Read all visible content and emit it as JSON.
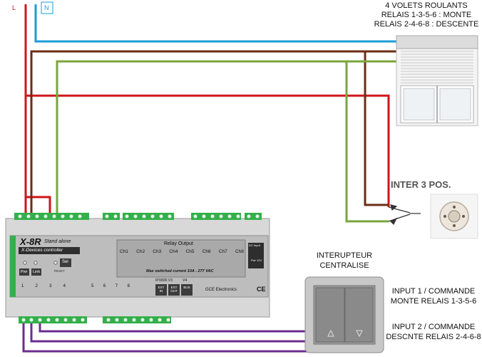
{
  "labels": {
    "phase_l": "L",
    "phase_n": "N",
    "shutters_title": "4 VOLETS ROULANTS",
    "shutters_up": "RELAIS 1-3-5-6 : MONTE",
    "shutters_down": "RELAIS 2-4-6-8 : DESCENTE",
    "switch3": "INTER 3 POS.",
    "central_1": "INTERUPTEUR",
    "central_2": "CENTRALISE",
    "input1_a": "INPUT 1 / COMMANDE",
    "input1_b": "MONTE RELAIS 1-3-5-6",
    "input2_a": "INPUT 2 / COMMANDE",
    "input2_b": "DESCNTE RELAIS 2-4-6-8"
  },
  "controller": {
    "model": "X-8R",
    "mode": "Stand alone",
    "subtitle": "X-Devices controller",
    "btn_pwr": "Pwr",
    "btn_link": "Link",
    "btn_sel": "Sel",
    "reset": "RESET",
    "relay_title": "Relay Output",
    "channels": [
      "Ch1",
      "Ch2",
      "Ch3",
      "Ch4",
      "Ch5",
      "Ch6",
      "Ch7",
      "Ch8"
    ],
    "max_current": "Max switched current 10A - 277 VAC",
    "dc_input": "DC Input",
    "dc_pwr": "Pwr 12V",
    "ipx": "IPX800 V3",
    "v4": "V4",
    "ext_in": "EXT IN",
    "ext_out": "EXT OUT",
    "bus": "BUS",
    "maker": "GCE Electronics",
    "ce": "CE",
    "input_numbers": [
      "1",
      "2",
      "3",
      "4",
      "5",
      "6",
      "7",
      "8"
    ]
  },
  "colors": {
    "phase": "#d0141a",
    "neutral": "#1a9cd8",
    "brown": "#6b2d16",
    "green": "#7aa63a",
    "purple": "#6e2c8f",
    "terminal": "#33b04a",
    "housing": "#d8d8d8",
    "panel": "#bdbdbd"
  }
}
